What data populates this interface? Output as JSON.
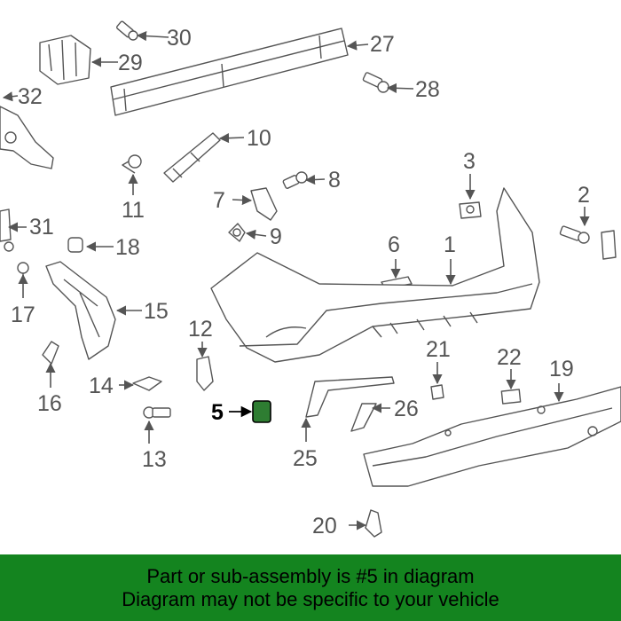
{
  "highlight_color": "#2e7d32",
  "banner_color": "#14841f",
  "callouts": {
    "c1": "1",
    "c2": "2",
    "c3": "3",
    "c5": "5",
    "c6": "6",
    "c7": "7",
    "c8": "8",
    "c9": "9",
    "c10": "10",
    "c11": "11",
    "c12": "12",
    "c13": "13",
    "c14": "14",
    "c15": "15",
    "c16": "16",
    "c17": "17",
    "c18": "18",
    "c19": "19",
    "c20": "20",
    "c21": "21",
    "c22": "22",
    "c25": "25",
    "c26": "26",
    "c27": "27",
    "c28": "28",
    "c29": "29",
    "c30": "30",
    "c31": "31",
    "c32": "32"
  },
  "banner": {
    "line1": "Part or sub-assembly is #5 in diagram",
    "line2": "Diagram may not be specific to your vehicle"
  }
}
